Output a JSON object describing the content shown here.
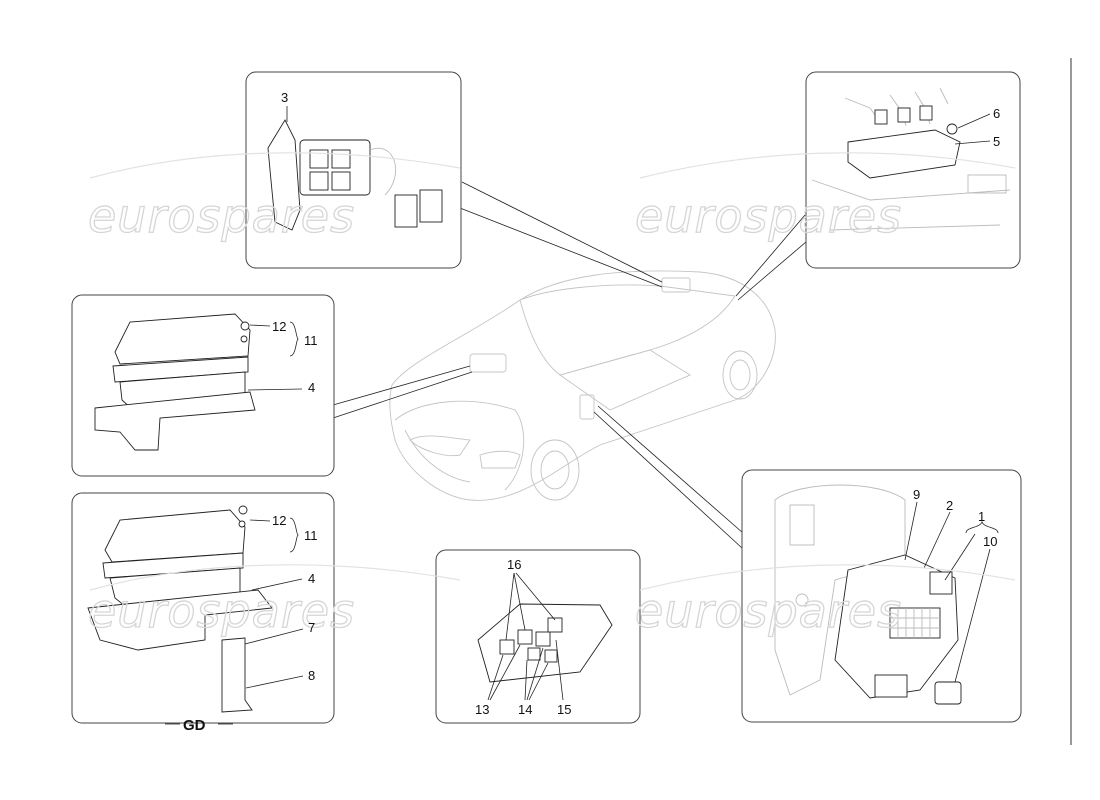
{
  "diagram": {
    "watermark": "eurospares",
    "variant_label": "GD",
    "callouts": {
      "c1": "1",
      "c2": "2",
      "c3": "3",
      "c4a": "4",
      "c4b": "4",
      "c5": "5",
      "c6": "6",
      "c7": "7",
      "c8": "8",
      "c9": "9",
      "c10": "10",
      "c11a": "11",
      "c11b": "11",
      "c12a": "12",
      "c12b": "12",
      "c13": "13",
      "c14": "14",
      "c15": "15",
      "c16": "16"
    }
  }
}
